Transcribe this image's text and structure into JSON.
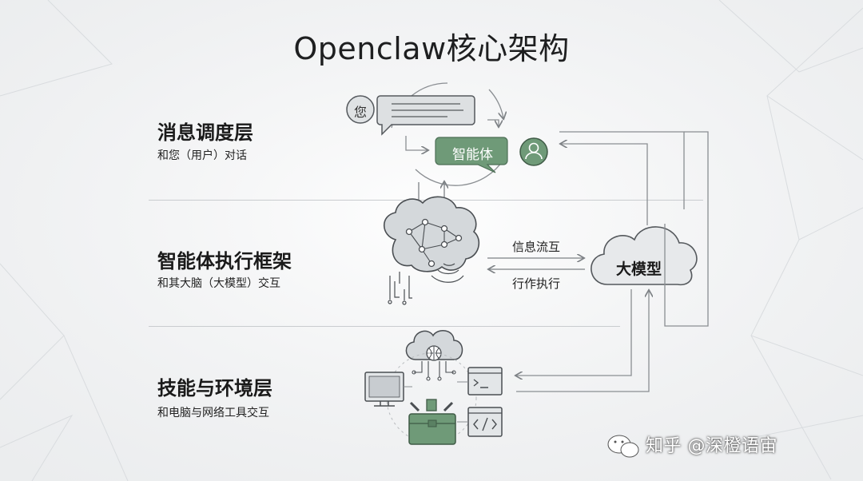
{
  "title": "Openclaw核心架构",
  "layers": [
    {
      "name": "消息调度层",
      "subtitle": "和您（用户）对话"
    },
    {
      "name": "智能体执行框架",
      "subtitle": "和其大脑（大模型）交互"
    },
    {
      "name": "技能与环境层",
      "subtitle": "和电脑与网络工具交互"
    }
  ],
  "diagram": {
    "you_label": "您",
    "agent_label": "智能体",
    "cloud_label": "大模型",
    "flow_top_label": "信息流互",
    "flow_bottom_label": "行作执行"
  },
  "watermark": "知乎 @深橙语宙",
  "colors": {
    "background": "#f3f4f5",
    "agent_green": "#6f9a78",
    "line_gray": "#8a8e92",
    "icon_stroke": "#4a4e52"
  },
  "icons": [
    "chat-bubble-icon",
    "user-icon",
    "brain-icon",
    "cloud-icon",
    "network-cloud-icon",
    "monitor-icon",
    "terminal-icon",
    "code-window-icon",
    "toolbox-icon",
    "wechat-icon"
  ]
}
